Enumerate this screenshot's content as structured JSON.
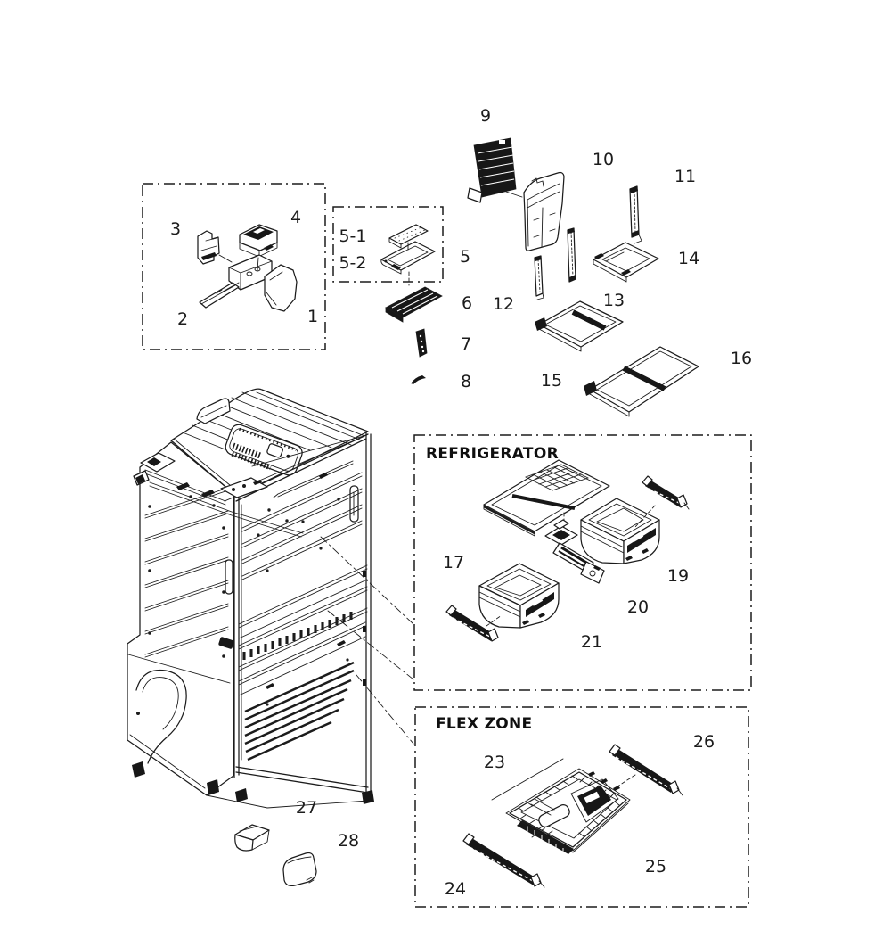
{
  "colors": {
    "background": "#ffffff",
    "line": "#1c1c1c",
    "dark_fill": "#171717"
  },
  "sections": {
    "refrigerator": {
      "title": "REFRIGERATOR"
    },
    "flex_zone": {
      "title": "FLEX ZONE"
    }
  },
  "callouts": {
    "c1": "1",
    "c2": "2",
    "c3": "3",
    "c4": "4",
    "c5": "5",
    "c5_1": "5-1",
    "c5_2": "5-2",
    "c6": "6",
    "c7": "7",
    "c8": "8",
    "c9": "9",
    "c10": "10",
    "c11": "11",
    "c12": "12",
    "c13": "13",
    "c14": "14",
    "c15": "15",
    "c16": "16",
    "c17": "17",
    "c19": "19",
    "c20": "20",
    "c21": "21",
    "c23": "23",
    "c24": "24",
    "c25": "25",
    "c26": "26",
    "c27": "27",
    "c28": "28"
  }
}
